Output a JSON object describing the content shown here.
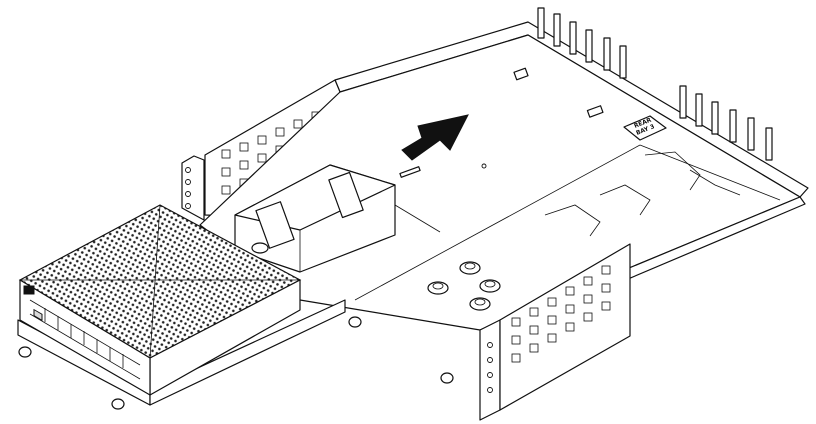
{
  "diagram": {
    "description_free": true,
    "parts": [
      {
        "id": "tray-floor"
      },
      {
        "id": "back-wall"
      },
      {
        "id": "left-rack-ear"
      },
      {
        "id": "right-rack-ear"
      },
      {
        "id": "power-supply-module"
      },
      {
        "id": "switch-chassis"
      },
      {
        "id": "insertion-arrow"
      }
    ],
    "tray_label_lines": [
      "REAR",
      "BAY 3"
    ],
    "colors": {
      "line": "#111111",
      "background": "#ffffff",
      "fill": "#ffffff",
      "shade": "#d9d9d9"
    }
  }
}
